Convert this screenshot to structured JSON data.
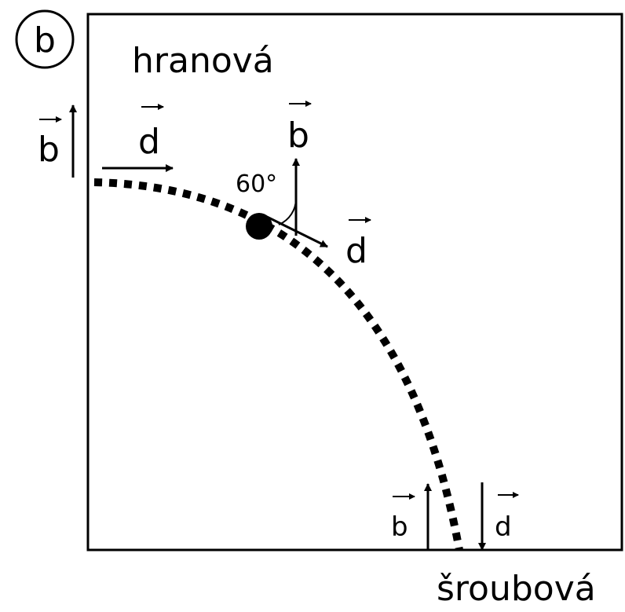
{
  "panel_label": "b",
  "edge_label": "hranová",
  "screw_label": "šroubová",
  "angle_label": "60°",
  "vector_b": "b",
  "vector_d": "d",
  "colors": {
    "ink": "#000000",
    "background": "#ffffff"
  }
}
